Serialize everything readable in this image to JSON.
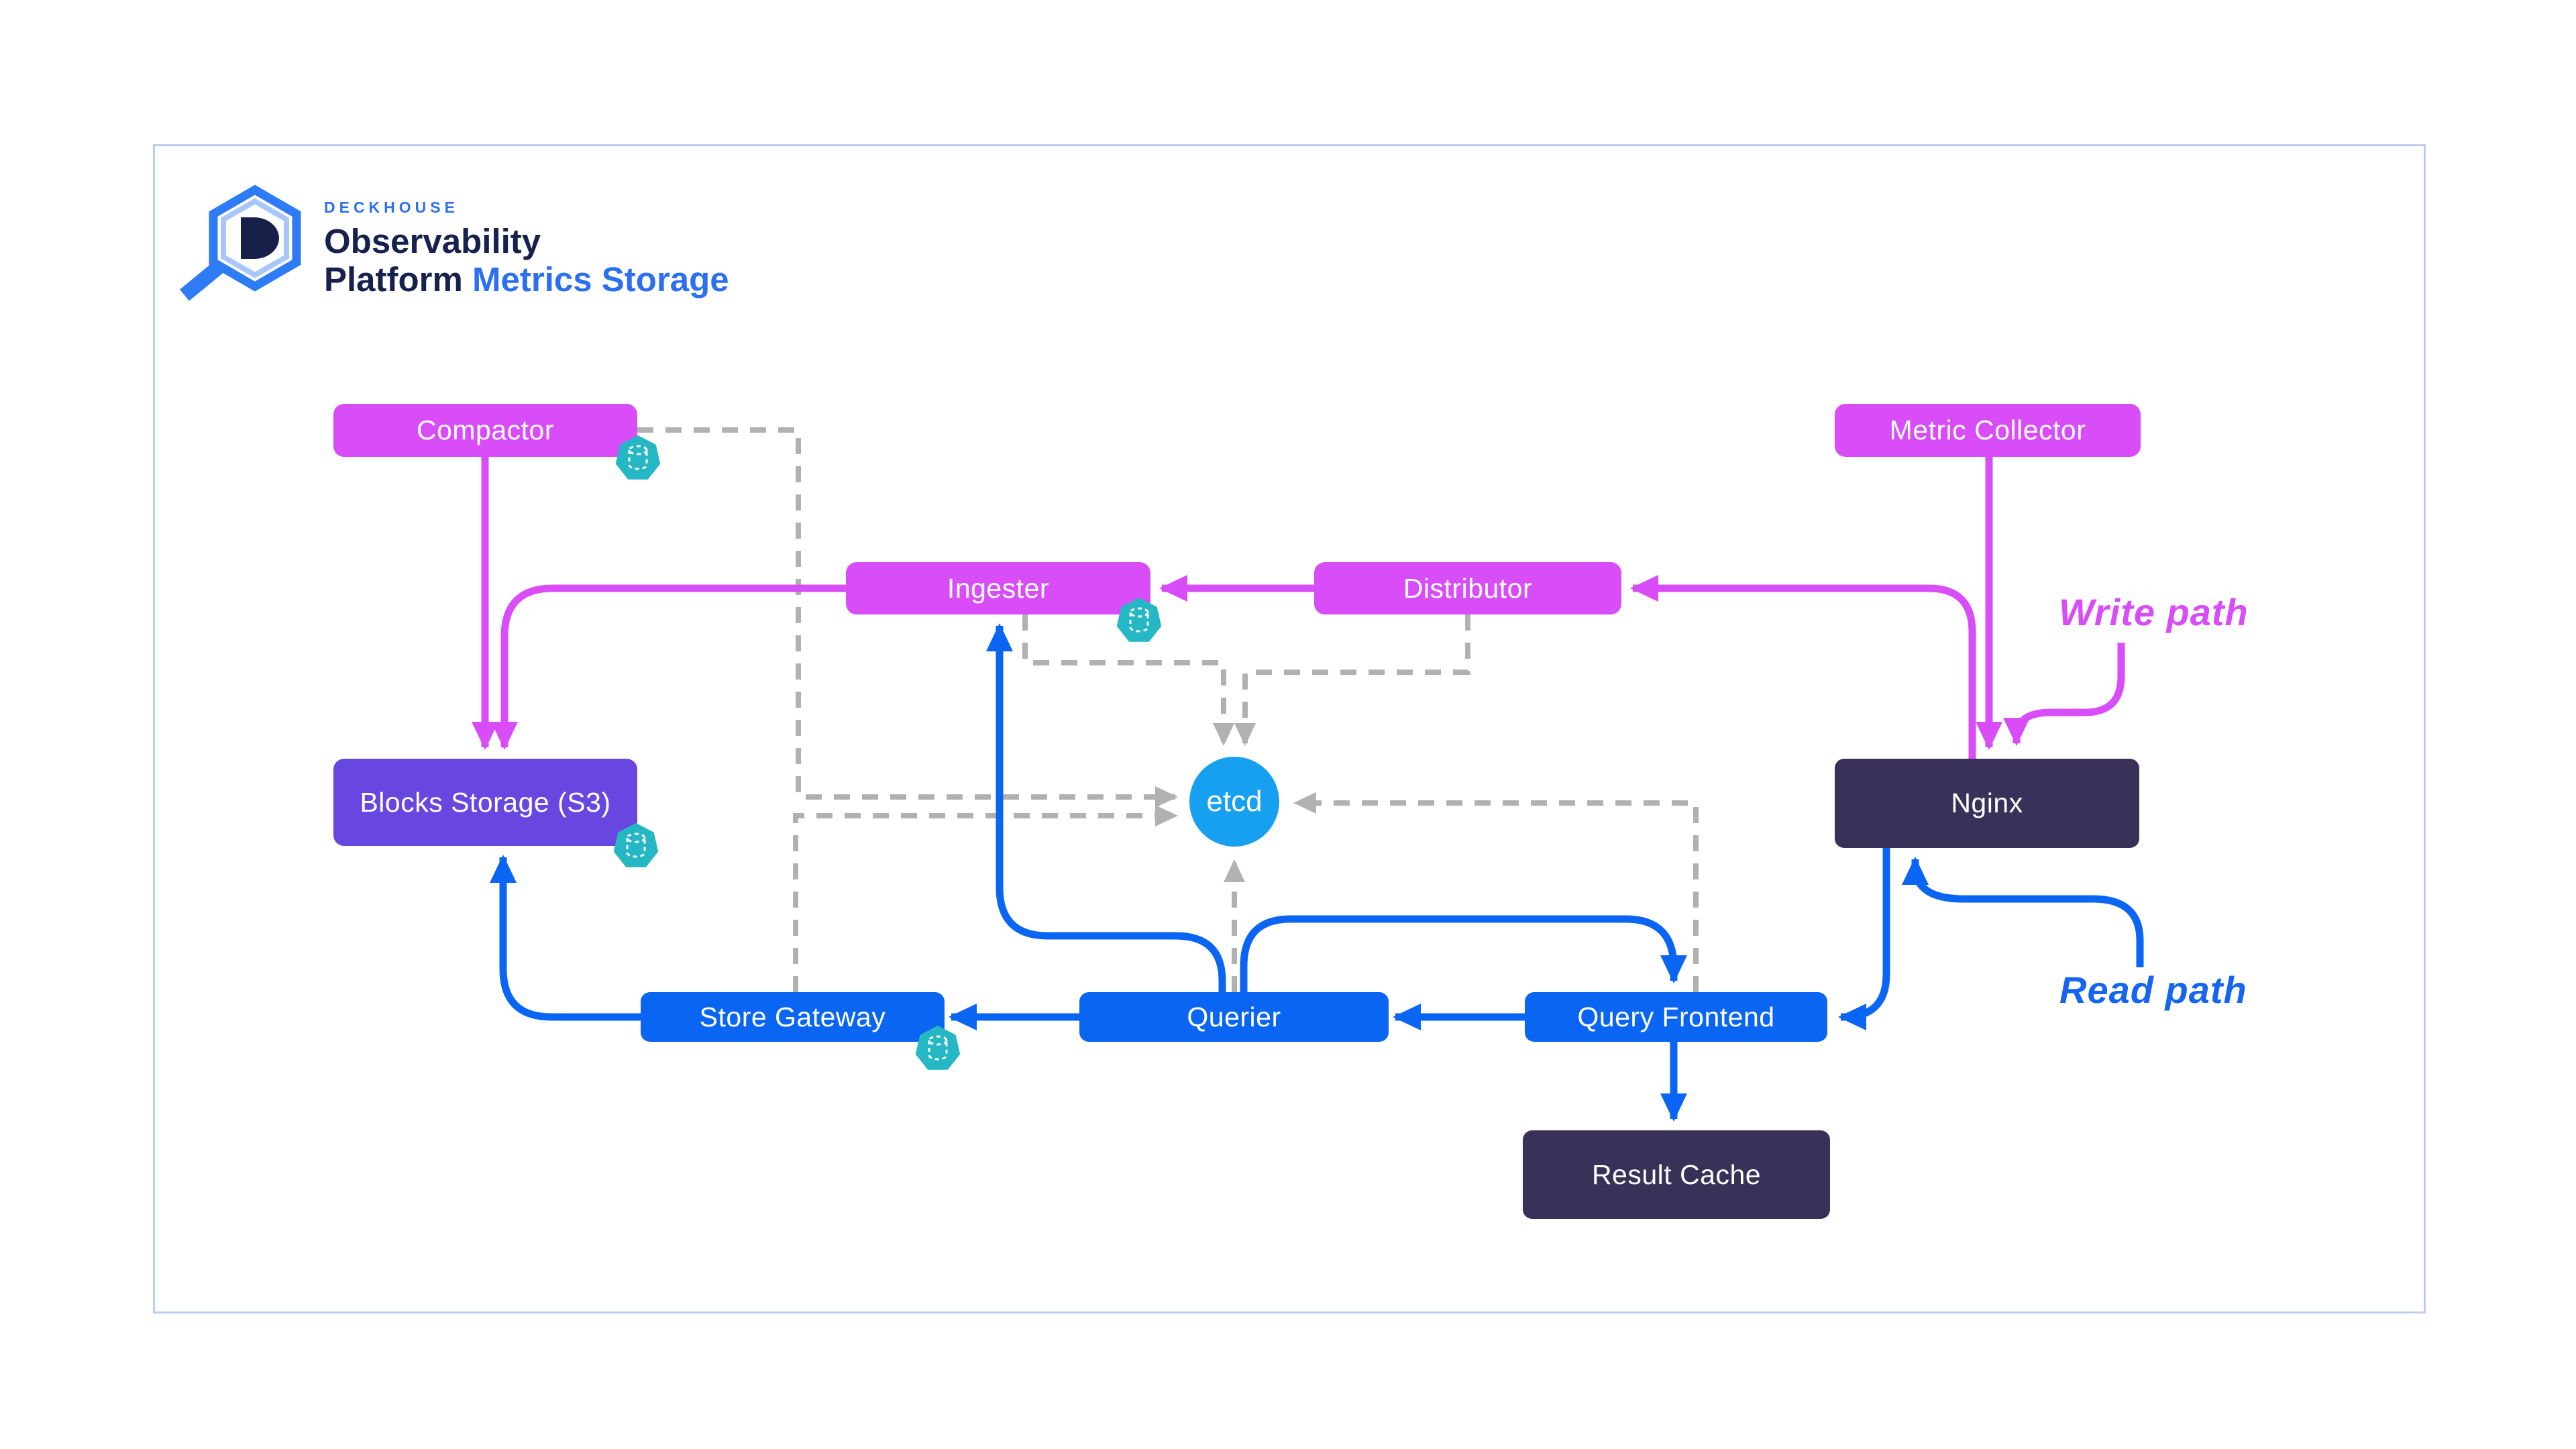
{
  "logo": {
    "brand": "DECKHOUSE",
    "title_line1": "Observability",
    "title_line2": "Platform",
    "subtitle": "Metrics Storage"
  },
  "annotations": {
    "write_path": "Write path",
    "read_path": "Read path"
  },
  "nodes": {
    "compactor": {
      "label": "Compactor",
      "color": "#d84df8",
      "has_db_icon": true
    },
    "metric_collector": {
      "label": "Metric Collector",
      "color": "#d84df8",
      "has_db_icon": false
    },
    "ingester": {
      "label": "Ingester",
      "color": "#d84df8",
      "has_db_icon": true
    },
    "distributor": {
      "label": "Distributor",
      "color": "#d84df8",
      "has_db_icon": false
    },
    "blocks_storage": {
      "label": "Blocks Storage (S3)",
      "color": "#6847e0",
      "has_db_icon": true
    },
    "nginx": {
      "label": "Nginx",
      "color": "#3a3159",
      "has_db_icon": false
    },
    "store_gateway": {
      "label": "Store Gateway",
      "color": "#0a66f2",
      "has_db_icon": true
    },
    "querier": {
      "label": "Querier",
      "color": "#0a66f2",
      "has_db_icon": false
    },
    "query_frontend": {
      "label": "Query Frontend",
      "color": "#0a66f2",
      "has_db_icon": false
    },
    "result_cache": {
      "label": "Result Cache",
      "color": "#3a3159",
      "has_db_icon": false
    },
    "etcd": {
      "label": "etcd",
      "color": "#18a0f0",
      "has_db_icon": false
    }
  },
  "edges": [
    {
      "from": "metric_collector",
      "to": "nginx",
      "type": "write"
    },
    {
      "from": "nginx",
      "to": "distributor",
      "type": "write"
    },
    {
      "from": "distributor",
      "to": "ingester",
      "type": "write"
    },
    {
      "from": "ingester",
      "to": "blocks_storage",
      "type": "write"
    },
    {
      "from": "compactor",
      "to": "blocks_storage",
      "type": "write"
    },
    {
      "from": "nginx",
      "to": "query_frontend",
      "type": "read"
    },
    {
      "from": "query_frontend",
      "to": "querier",
      "type": "read"
    },
    {
      "from": "querier",
      "to": "query_frontend",
      "type": "read"
    },
    {
      "from": "querier",
      "to": "store_gateway",
      "type": "read"
    },
    {
      "from": "querier",
      "to": "ingester",
      "type": "read"
    },
    {
      "from": "store_gateway",
      "to": "blocks_storage",
      "type": "read"
    },
    {
      "from": "query_frontend",
      "to": "result_cache",
      "type": "read"
    },
    {
      "from": "compactor",
      "to": "etcd",
      "type": "coordination"
    },
    {
      "from": "store_gateway",
      "to": "etcd",
      "type": "coordination"
    },
    {
      "from": "ingester",
      "to": "etcd",
      "type": "coordination"
    },
    {
      "from": "distributor",
      "to": "etcd",
      "type": "coordination"
    },
    {
      "from": "querier",
      "to": "etcd",
      "type": "coordination"
    },
    {
      "from": "query_frontend",
      "to": "etcd",
      "type": "coordination"
    }
  ],
  "colors": {
    "write_path": "#d84df8",
    "read_path": "#0a66f2",
    "coordination": "#b1b1b1",
    "storage_node": "#6847e0",
    "infra_node": "#3a3159",
    "etcd_node": "#18a0f0",
    "db_icon": "#25b7c4",
    "frame_border": "#bccdf3",
    "logo_navy": "#16214d",
    "logo_blue": "#2c6ff0"
  }
}
